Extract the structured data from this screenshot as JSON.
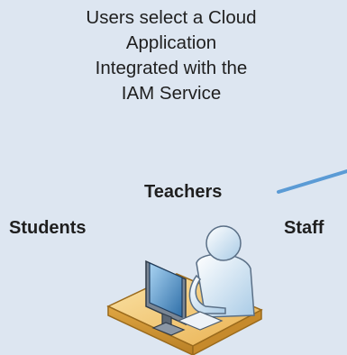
{
  "caption": {
    "lines": [
      "Users select a Cloud",
      "Application",
      "Integrated with the",
      "IAM Service"
    ]
  },
  "groups": {
    "teachers": "Teachers",
    "students": "Students",
    "staff": "Staff"
  },
  "colors": {
    "background": "#dde6f1",
    "connector": "#5b9bd5",
    "desk": "#f2c56b",
    "person": "#cfe3f3"
  },
  "icons": {
    "illustration": "user-at-computer-icon"
  }
}
